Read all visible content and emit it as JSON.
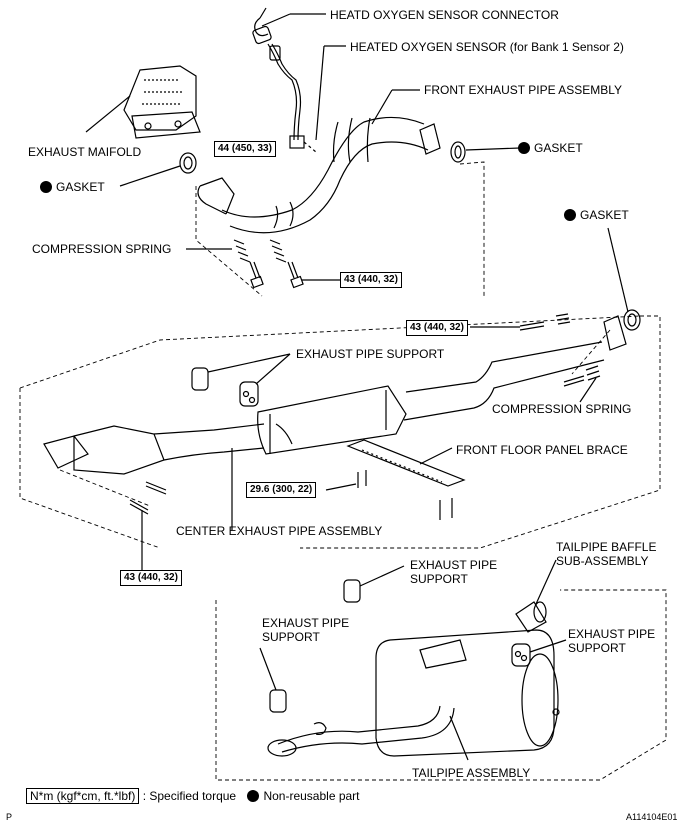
{
  "labels": {
    "heated_oxygen_sensor_connector": "HEATD OXYGEN SENSOR CONNECTOR",
    "heated_oxygen_sensor": "HEATED OXYGEN SENSOR (for Bank 1 Sensor 2)",
    "front_exhaust_pipe_assembly": "FRONT EXHAUST PIPE ASSEMBLY",
    "exhaust_manifold": "EXHAUST MAIFOLD",
    "gasket_left": "GASKET",
    "gasket_front_pipe": "GASKET",
    "gasket_right": "GASKET",
    "compression_spring_left": "COMPRESSION SPRING",
    "exhaust_pipe_support_top": "EXHAUST PIPE SUPPORT",
    "compression_spring_right": "COMPRESSION SPRING",
    "front_floor_panel_brace": "FRONT FLOOR PANEL BRACE",
    "center_exhaust_pipe_assembly": "CENTER EXHAUST PIPE ASSEMBLY",
    "exhaust_pipe_support_mid": [
      "EXHAUST PIPE",
      "SUPPORT"
    ],
    "tailpipe_baffle": [
      "TAILPIPE BAFFLE",
      "SUB-ASSEMBLY"
    ],
    "exhaust_pipe_support_left": [
      "EXHAUST PIPE",
      "SUPPORT"
    ],
    "exhaust_pipe_support_right": [
      "EXHAUST PIPE",
      "SUPPORT"
    ],
    "tailpipe_assembly": "TAILPIPE ASSEMBLY"
  },
  "torques": {
    "sensor": "44 (450, 33)",
    "front_pipe_bolts": "43 (440, 32)",
    "center_pipe_rear": "43 (440, 32)",
    "brace_bolts": "29.6 (300, 22)",
    "center_pipe_front": "43 (440, 32)"
  },
  "legend": {
    "torque_box": "N*m (kgf*cm, ft.*lbf)",
    "torque_text": ": Specified torque",
    "non_reusable": "Non-reusable part"
  },
  "corner": {
    "left": "P",
    "right": "A114104E01"
  }
}
